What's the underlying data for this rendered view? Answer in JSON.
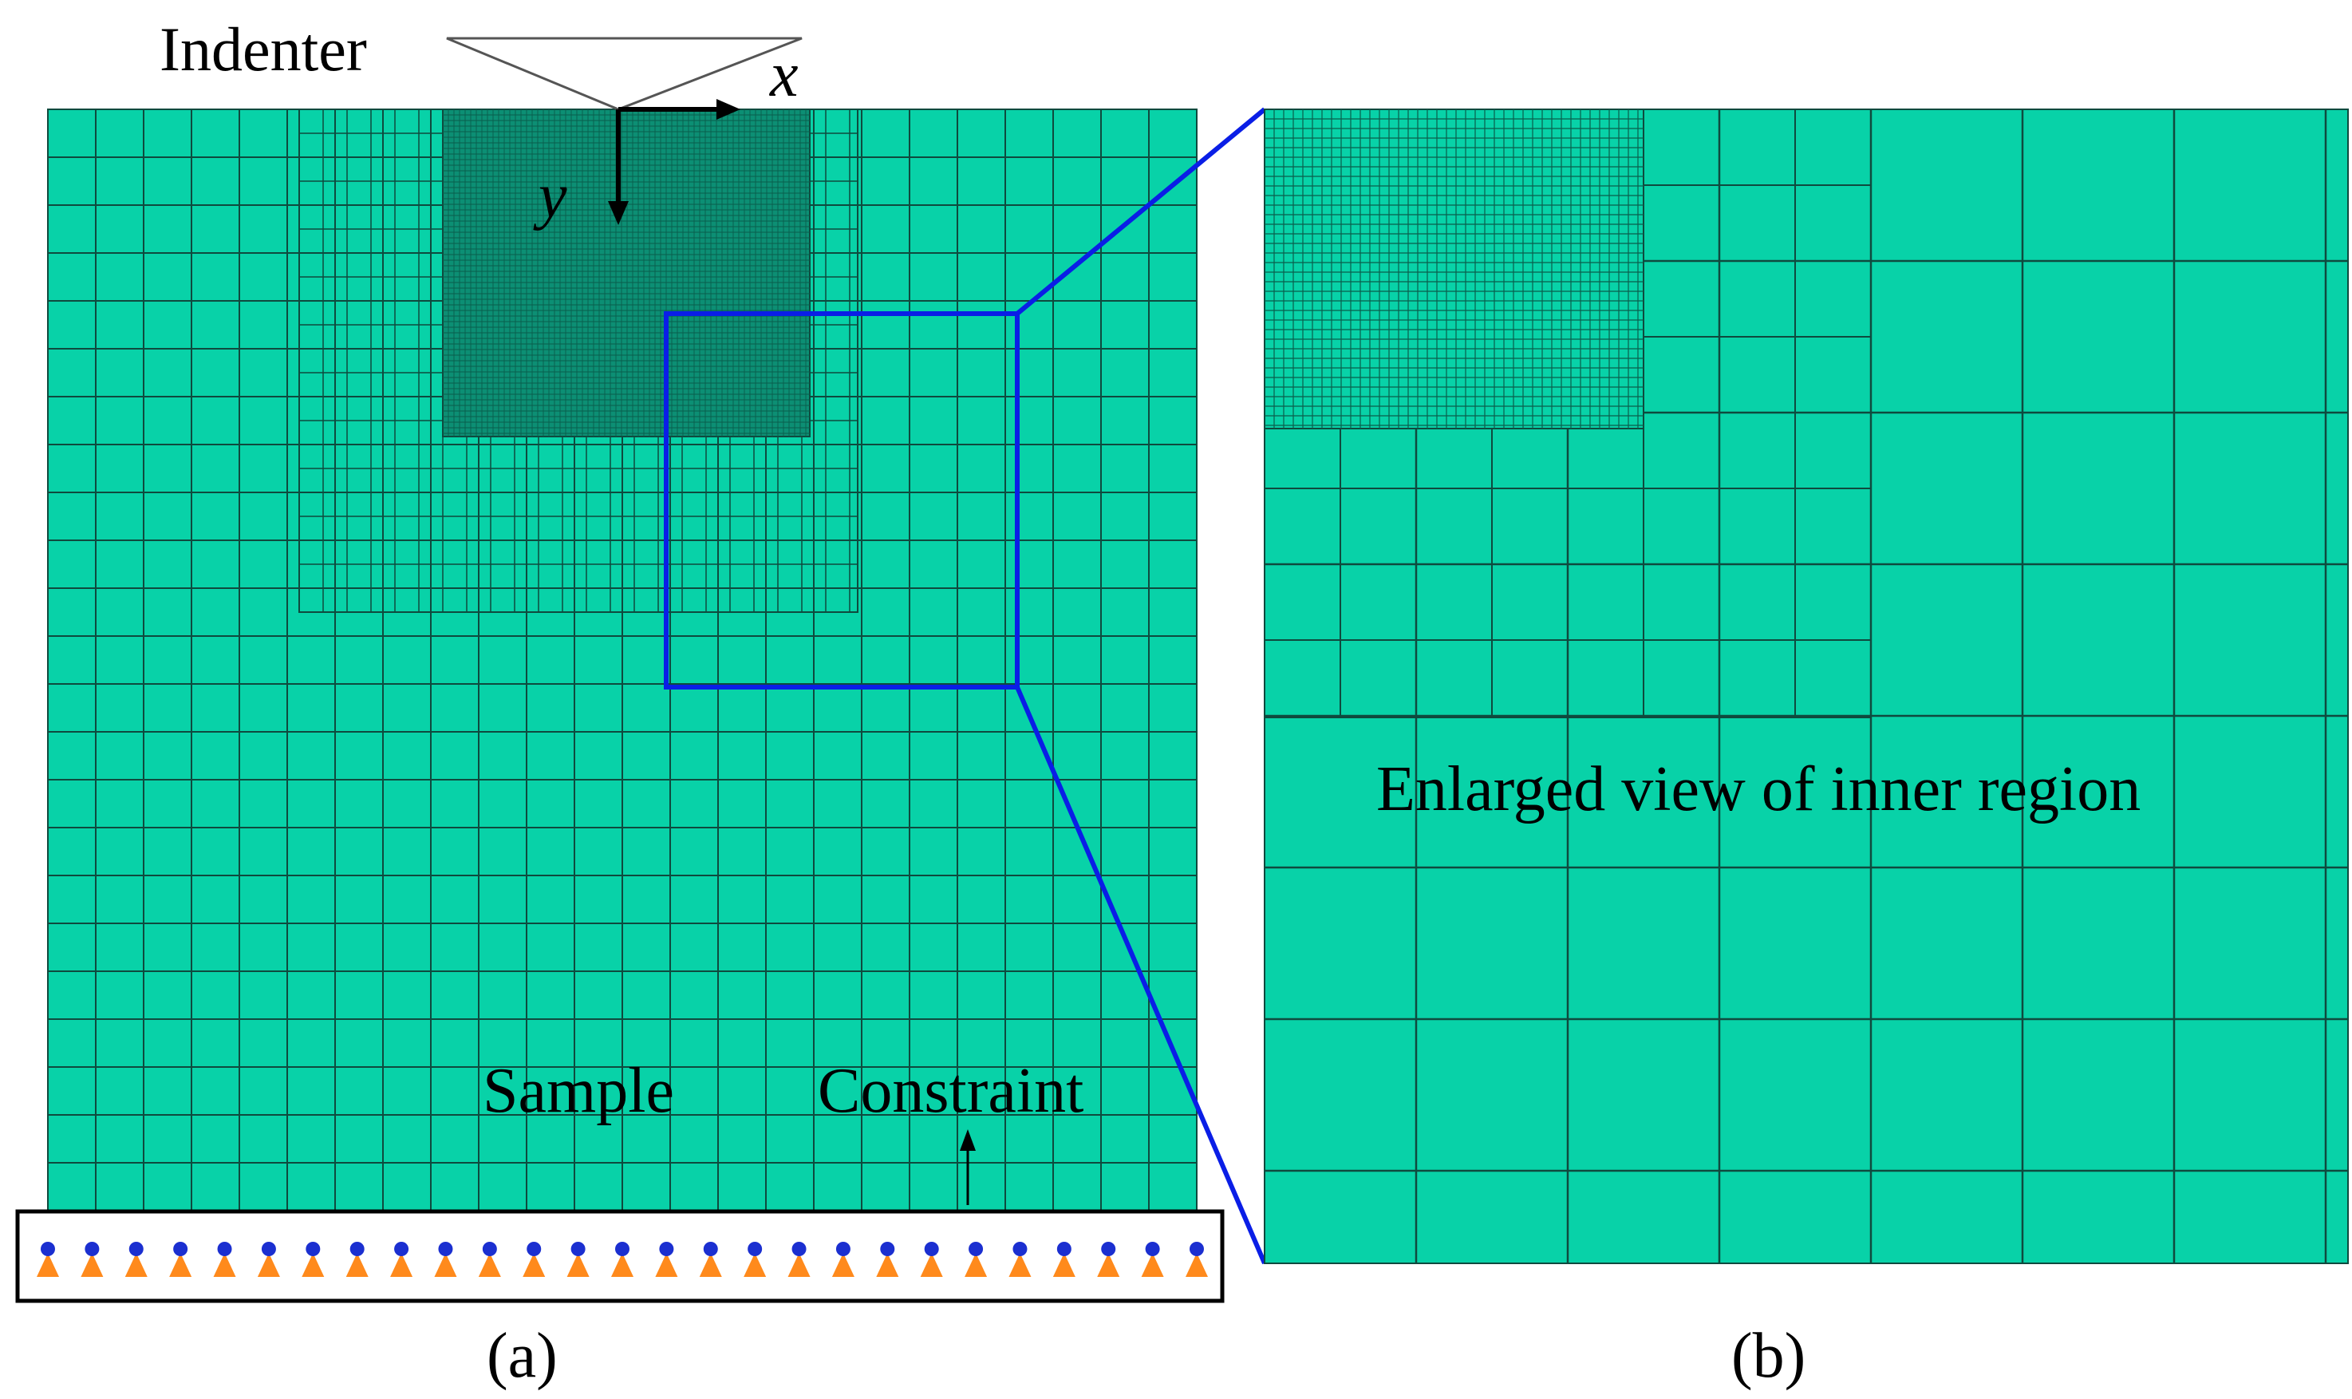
{
  "colors": {
    "mesh_fill": "#08d2a8",
    "mesh_line": "#0f4a3e",
    "zoom_frame": "#0a1ee6",
    "constraint_box": "#000000",
    "support_cone": "#ff8a1c",
    "support_node": "#1b2fd0",
    "indenter_line": "#555555"
  },
  "labels": {
    "indenter": "Indenter",
    "x_axis": "x",
    "y_axis": "y",
    "sample": "Sample",
    "constraint": "Constraint",
    "enlarged_view": "Enlarged view of inner region",
    "panel_a": "(a)",
    "panel_b": "(b)"
  },
  "icons": {
    "support_symbol": "boundary-condition-pin-icon",
    "indenter_shape": "triangle-indenter-icon"
  }
}
